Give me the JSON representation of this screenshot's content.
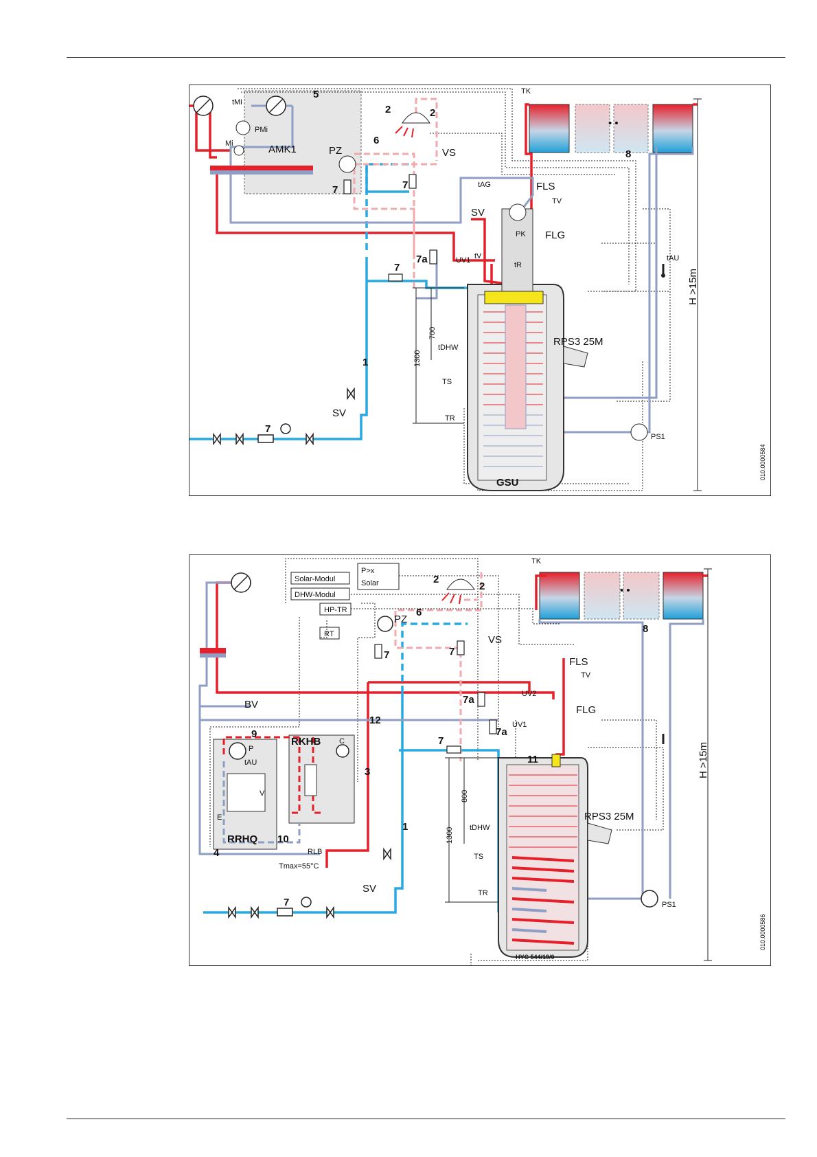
{
  "diagram1": {
    "labels": {
      "tmi": "tMi",
      "pmi": "PMi",
      "mi": "Mi",
      "amk1": "AMK1",
      "n5": "5",
      "n2a": "2",
      "n2b": "2",
      "pz": "PZ",
      "n6": "6",
      "vs": "VS",
      "n7a": "7",
      "n7b": "7",
      "n7c": "7",
      "n7d": "7",
      "n7a_label": "7a",
      "tag": "tAG",
      "fls": "FLS",
      "tv_sensor": "TV",
      "sv": "SV",
      "pk": "PK",
      "flg": "FLG",
      "uv1": "UV1",
      "tv": "tV",
      "tr_small": "tR",
      "tk": "TK",
      "n8": "8",
      "tau": "tAU",
      "h": "H >15m",
      "d700": "700",
      "d1300": "1300",
      "tdhw": "tDHW",
      "ts": "TS",
      "tr": "TR",
      "rps": "RPS3 25M",
      "n1": "1",
      "sv2": "SV",
      "ps1": "PS1",
      "gsu": "GSU",
      "code": "010.0000584"
    }
  },
  "diagram2": {
    "labels": {
      "solar_modul": "Solar-Modul",
      "dhw_modul": "DHW-Modul",
      "hp_tr": "HP-TR",
      "rt": "RT",
      "pressure_switch": "P>x",
      "solar": "Solar",
      "n2a": "2",
      "n2b": "2",
      "n6": "6",
      "pz": "PZ",
      "vs": "VS",
      "n7a": "7",
      "n7b": "7",
      "n7c": "7",
      "n7d": "7",
      "n7a_1": "7a",
      "n7a_2": "7a",
      "uv2": "UV2",
      "uv1": "UV1",
      "fls": "FLS",
      "tv": "TV",
      "flg": "FLG",
      "bv": "BV",
      "n12": "12",
      "n9": "9",
      "p": "P",
      "tau": "tAU",
      "v": "V",
      "e": "E",
      "rrhq": "RRHQ",
      "rkhb": "RKHB",
      "c": "C",
      "n3": "3",
      "n10": "10",
      "n4": "4",
      "rlb": "RLB",
      "tmax": "Tmax=55°C",
      "n11": "11",
      "d800": "800",
      "d1300": "1300",
      "tdhw": "tDHW",
      "ts": "TS",
      "tr": "TR",
      "rps": "RPS3 25M",
      "n1": "1",
      "sv": "SV",
      "tk": "TK",
      "n8": "8",
      "h": "H >15m",
      "ps1": "PS1",
      "hyc": "HYC 544/19/0",
      "code": "010.0000586"
    }
  },
  "colors": {
    "hot": "#e5202a",
    "cold": "#28a9e0",
    "return": "#8f9ec4",
    "pink": "#f2a9ad",
    "housing": "#e6e6e6"
  }
}
